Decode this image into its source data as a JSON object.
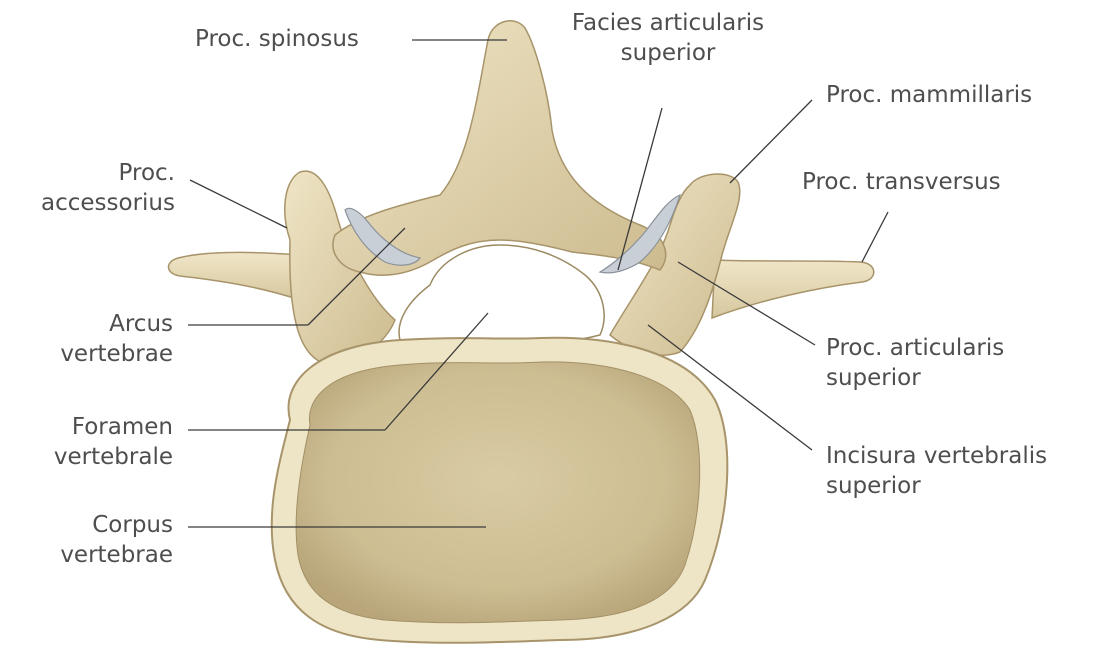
{
  "labels": {
    "proc_spinosus": "Proc. spinosus",
    "facies_articularis_superior": [
      "Facies articularis",
      "superior"
    ],
    "proc_mammillaris": "Proc. mammillaris",
    "proc_transversus": "Proc. transversus",
    "proc_accessorius": [
      "Proc.",
      "accessorius"
    ],
    "arcus_vertebrae": [
      "Arcus",
      "vertebrae"
    ],
    "foramen_vertebrale": [
      "Foramen",
      "vertebrale"
    ],
    "corpus_vertebrae": [
      "Corpus",
      "vertebrae"
    ],
    "proc_articularis_superior": [
      "Proc. articularis",
      "superior"
    ],
    "incisura_vertebralis_superior": [
      "Incisura vertebralis",
      "superior"
    ]
  },
  "colors": {
    "bone": "#e8dcb8",
    "bone_shadow": "#b9a57a",
    "cartilage": "#c9cfd6",
    "leader_line": "#3a3a3a",
    "label_text": "#4e4e4e"
  }
}
